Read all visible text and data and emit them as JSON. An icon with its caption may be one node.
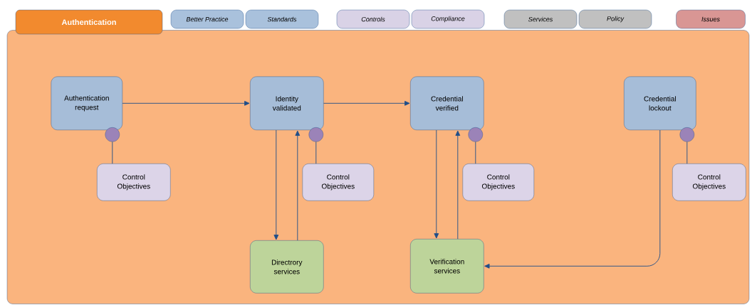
{
  "diagram": {
    "nodes": [
      {
        "text": [
          "Authentication"
        ]
      },
      {
        "text": [
          "Authentication request"
        ],
        "in": 0
      },
      {
        "text": [
          "Identity validated"
        ],
        "in": 0
      },
      {
        "text": [
          "Credential verified"
        ],
        "in": 0
      },
      {
        "text": [
          "Credential lockout"
        ],
        "in": 0
      },
      {
        "text": [
          "Control Objectives"
        ],
        "in": 0
      },
      {
        "text": [
          "Control Objectives"
        ],
        "in": 0
      },
      {
        "text": [
          "Control Objectives"
        ],
        "in": 0
      },
      {
        "text": [
          "Control Objectives"
        ],
        "in": 0
      },
      {
        "text": [
          "Directrory services"
        ],
        "in": 0
      },
      {
        "text": [
          "Verification services"
        ],
        "in": 0
      },
      {
        "text": [],
        "shape": "circle",
        "in": 0
      },
      {
        "text": [],
        "shape": "circle",
        "in": 0
      },
      {
        "text": [],
        "shape": "circle",
        "in": 0
      },
      {
        "text": [],
        "shape": "circle",
        "in": 0
      }
    ],
    "edges": [
      {
        "from": 1,
        "to": 2,
        "arrow": "to"
      },
      {
        "from": 2,
        "to": 3,
        "arrow": "to"
      },
      {
        "from": 2,
        "to": 9,
        "arrow": "to"
      },
      {
        "from": 9,
        "to": 2,
        "arrow": "to"
      },
      {
        "from": 3,
        "to": 10,
        "arrow": "to"
      },
      {
        "from": 10,
        "to": 3,
        "arrow": "to"
      },
      {
        "from": 4,
        "to": 10,
        "arrow": "to"
      },
      {
        "from": 11,
        "to": 5,
        "arrow": "none"
      },
      {
        "from": 12,
        "to": 6,
        "arrow": "none"
      },
      {
        "from": 13,
        "to": 7,
        "arrow": "none"
      },
      {
        "from": 14,
        "to": 8,
        "arrow": "none"
      }
    ],
    "legend": [
      {
        "text": "Better Practice",
        "color": "#a9c1dc"
      },
      {
        "text": "Standards",
        "color": "#a9c1dc"
      },
      {
        "text": "Controls",
        "color": "#d9d2e6"
      },
      {
        "text": "Compliance",
        "color": "#d9d2e6"
      },
      {
        "text": "Services",
        "color": "#c0c0c0"
      },
      {
        "text": "Policy",
        "color": "#c0c0c0"
      },
      {
        "text": "Issues",
        "color": "#d99694"
      }
    ]
  }
}
